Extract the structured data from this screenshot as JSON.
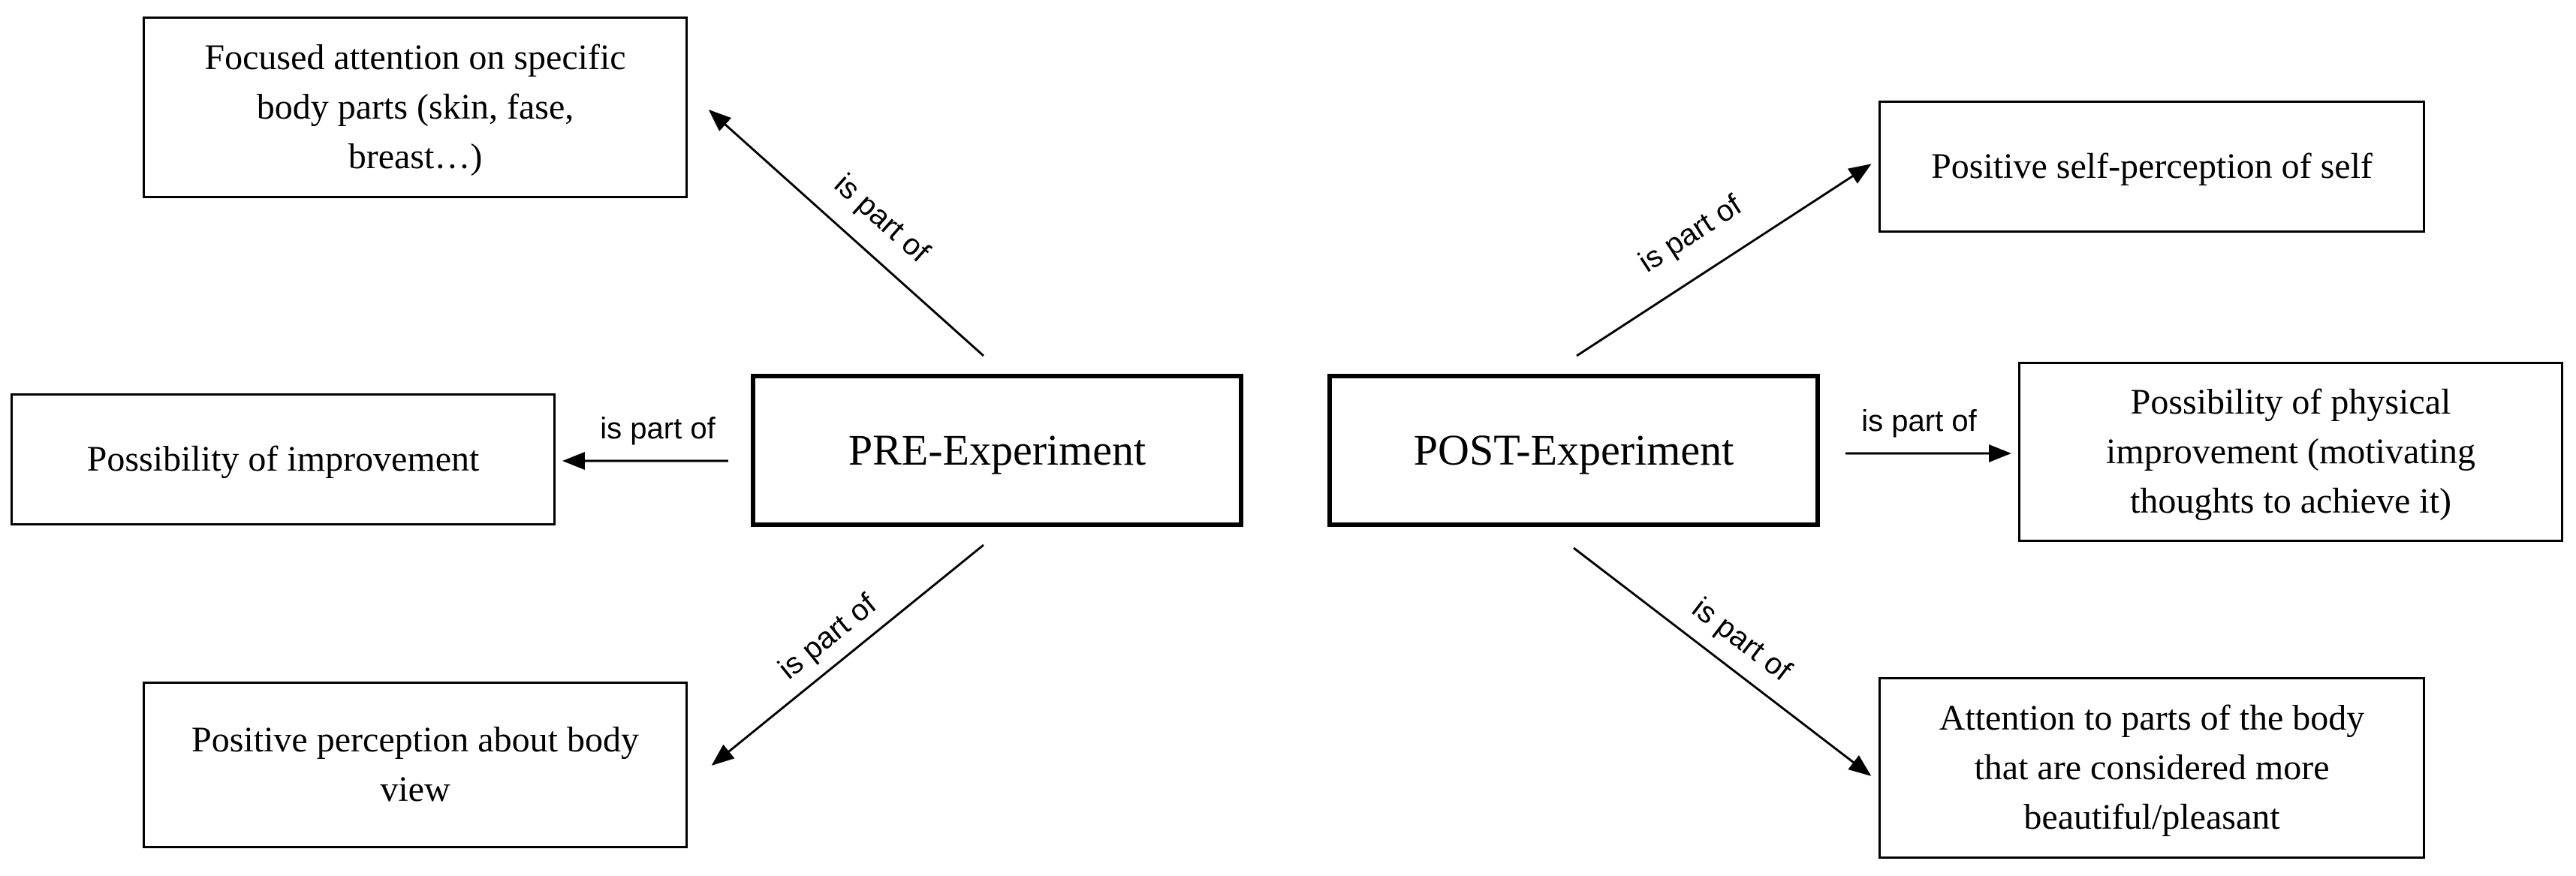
{
  "nodes": {
    "pre": "PRE-Experiment",
    "post": "POST-Experiment",
    "focused_attention": "Focused attention on specific body parts (skin, fase, breast…)",
    "possibility_improvement": "Possibility of improvement",
    "positive_perception_body": "Positive perception about body view",
    "positive_self_perception": "Positive self-perception of self",
    "physical_improvement": "Possibility of physical improvement (motivating thoughts to achieve it)",
    "attention_beautiful_parts": "Attention to parts of the body that are considered more beautiful/pleasant"
  },
  "edges": [
    {
      "from": "pre",
      "to": "focused_attention",
      "label": "is part of"
    },
    {
      "from": "pre",
      "to": "possibility_improvement",
      "label": "is part of"
    },
    {
      "from": "pre",
      "to": "positive_perception_body",
      "label": "is part of"
    },
    {
      "from": "post",
      "to": "positive_self_perception",
      "label": "is part of"
    },
    {
      "from": "post",
      "to": "physical_improvement",
      "label": "is part of"
    },
    {
      "from": "post",
      "to": "attention_beautiful_parts",
      "label": "is part of"
    }
  ]
}
